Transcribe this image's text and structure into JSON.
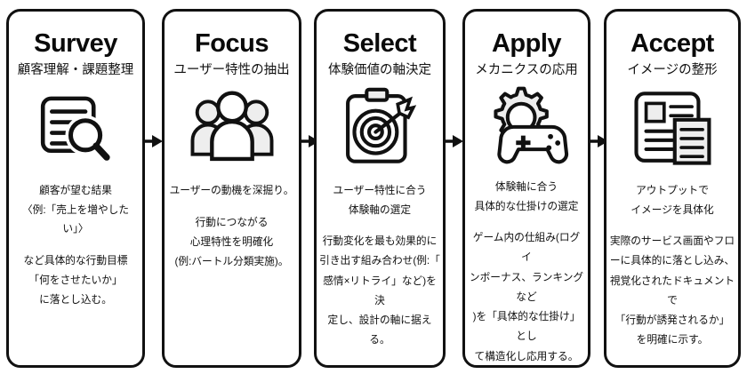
{
  "diagram": {
    "type": "five-step-process-flow",
    "steps": [
      {
        "title": "Survey",
        "subtitle": "顧客理解・課題整理",
        "icon": "document-magnifier-icon",
        "summary": "顧客が望む結果\n〈例:「売上を増やしたい」〉",
        "detail": "など具体的な行動目標\n「何をさせたいか」\nに落とし込む。"
      },
      {
        "title": "Focus",
        "subtitle": "ユーザー特性の抽出",
        "icon": "people-group-icon",
        "summary": "ユーザーの動機を深掘り。",
        "detail": "行動につながる\n心理特性を明確化\n(例:バートル分類実施)。"
      },
      {
        "title": "Select",
        "subtitle": "体験価値の軸決定",
        "icon": "clipboard-target-icon",
        "summary": "ユーザー特性に合う\n体験軸の選定",
        "detail": "行動変化を最も効果的に\n引き出す組み合わせ(例:「\n感情×リトライ」など)を決\n定し、設計の軸に据える。"
      },
      {
        "title": "Apply",
        "subtitle": "メカニクスの応用",
        "icon": "gear-gamepad-icon",
        "summary": "体験軸に合う\n具体的な仕掛けの選定",
        "detail": "ゲーム内の仕組み(ログイ\nンボーナス、ランキングなど\n)を「具体的な仕掛け」とし\nて構造化し応用する。"
      },
      {
        "title": "Accept",
        "subtitle": "イメージの整形",
        "icon": "documents-layout-icon",
        "summary": "アウトプットで\nイメージを具体化",
        "detail": "実際のサービス画面やフロ\nーに具体的に落とし込み、\n視覚化されたドキュメントで\n「行動が誘発されるか」\nを明確に示す。"
      }
    ],
    "connectors": [
      {
        "name": "arrow-survey-to-focus",
        "glyph": "→"
      },
      {
        "name": "arrow-focus-to-select",
        "glyph": "→"
      },
      {
        "name": "arrow-select-to-apply",
        "glyph": "→"
      },
      {
        "name": "arrow-apply-to-accept",
        "glyph": "→"
      }
    ],
    "colors": {
      "stroke": "#111111",
      "fill_light": "#eeeeee",
      "background": "#ffffff"
    }
  }
}
